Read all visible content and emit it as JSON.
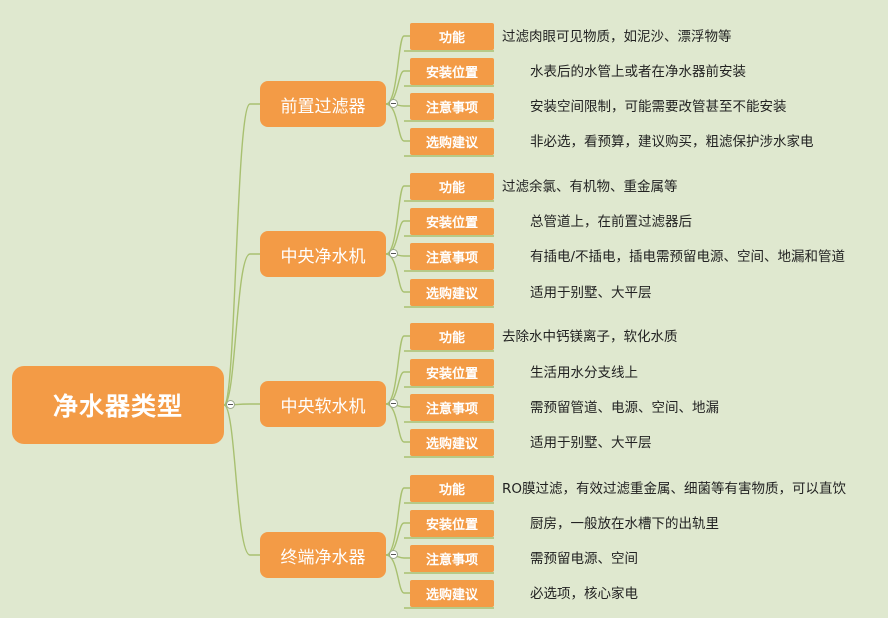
{
  "root": {
    "label": "净水器类型"
  },
  "categories": [
    {
      "label": "前置过滤器",
      "attributes": [
        {
          "label": "功能",
          "text": "过滤肉眼可见物质，如泥沙、漂浮物等"
        },
        {
          "label": "安装位置",
          "text": "水表后的水管上或者在净水器前安装"
        },
        {
          "label": "注意事项",
          "text": "安装空间限制，可能需要改管甚至不能安装"
        },
        {
          "label": "选购建议",
          "text": "非必选，看预算，建议购买，粗滤保护涉水家电"
        }
      ]
    },
    {
      "label": "中央净水机",
      "attributes": [
        {
          "label": "功能",
          "text": "过滤余氯、有机物、重金属等"
        },
        {
          "label": "安装位置",
          "text": "总管道上，在前置过滤器后"
        },
        {
          "label": "注意事项",
          "text": "有插电/不插电，插电需预留电源、空间、地漏和管道"
        },
        {
          "label": "选购建议",
          "text": "适用于别墅、大平层"
        }
      ]
    },
    {
      "label": "中央软水机",
      "attributes": [
        {
          "label": "功能",
          "text": "去除水中钙镁离子，软化水质"
        },
        {
          "label": "安装位置",
          "text": "生活用水分支线上"
        },
        {
          "label": "注意事项",
          "text": "需预留管道、电源、空间、地漏"
        },
        {
          "label": "选购建议",
          "text": "适用于别墅、大平层"
        }
      ]
    },
    {
      "label": "终端净水器",
      "attributes": [
        {
          "label": "功能",
          "text": "RO膜过滤，有效过滤重金属、细菌等有害物质，可以直饮"
        },
        {
          "label": "安装位置",
          "text": "厨房，一般放在水槽下的出轨里"
        },
        {
          "label": "注意事项",
          "text": "需预留电源、空间"
        },
        {
          "label": "选购建议",
          "text": "必选项，核心家电"
        }
      ]
    }
  ]
}
